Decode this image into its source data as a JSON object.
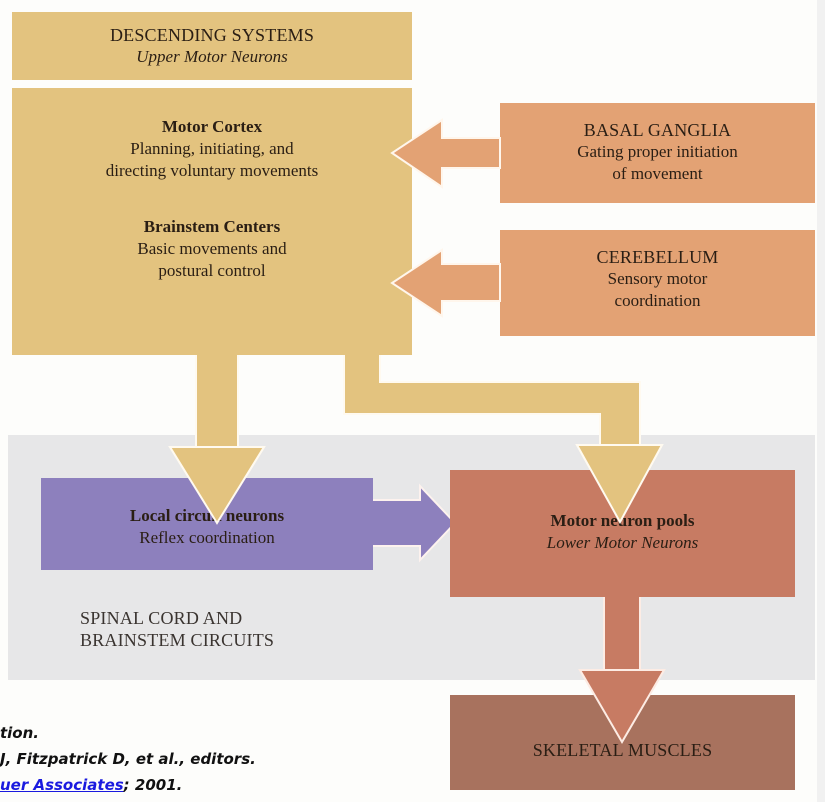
{
  "diagram": {
    "descending_header": {
      "title": "DESCENDING SYSTEMS",
      "subtitle": "Upper Motor Neurons"
    },
    "motor_cortex": {
      "title": "Motor Cortex",
      "lines": [
        "Planning, initiating, and",
        "directing voluntary movements"
      ]
    },
    "brainstem_centers": {
      "title": "Brainstem Centers",
      "lines": [
        "Basic movements and",
        "postural control"
      ]
    },
    "basal_ganglia": {
      "title": "BASAL GANGLIA",
      "lines": [
        "Gating proper initiation",
        "of movement"
      ]
    },
    "cerebellum": {
      "title": "CEREBELLUM",
      "lines": [
        "Sensory motor",
        "coordination"
      ]
    },
    "local_circuit": {
      "title": "Local circuit neurons",
      "subtitle": "Reflex coordination"
    },
    "motor_neuron_pools": {
      "title": "Motor neuron pools",
      "subtitle": "Lower Motor Neurons"
    },
    "spinal_cord_label": {
      "lines": [
        "SPINAL CORD AND",
        "BRAINSTEM CIRCUITS"
      ]
    },
    "skeletal_muscles": {
      "title": "SKELETAL MUSCLES"
    },
    "colors": {
      "descending": "#e3c37f",
      "modulators": "#e3a274",
      "local_circuit": "#8d80bd",
      "motor_neuron_pools": "#c77b63",
      "skeletal_muscles": "#a8725e",
      "spinal_band": "#e7e7e8"
    }
  },
  "citation": {
    "line1": "tion.",
    "line2": "J, Fitzpatrick D, et al., editors.",
    "line3_link": "uer Associates",
    "line3_rest": "; 2001."
  }
}
